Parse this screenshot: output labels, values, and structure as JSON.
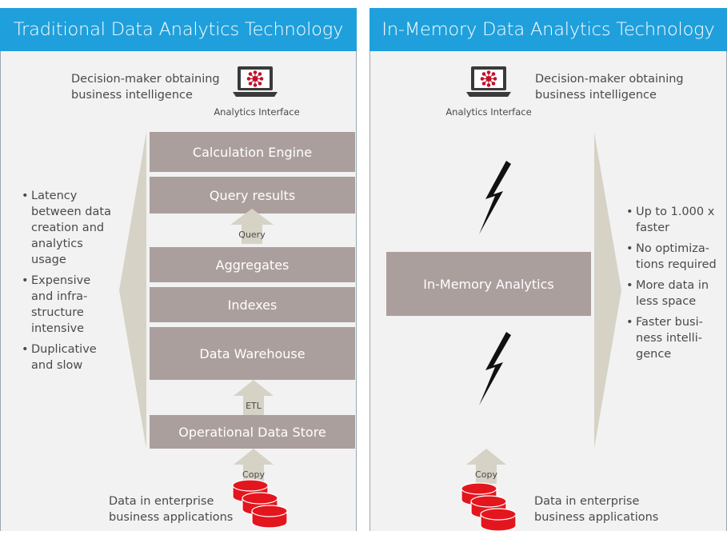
{
  "left": {
    "title": "Traditional Data Analytics Technology",
    "decision_maker": "Decision-maker obtaining business intelligence",
    "analytics_interface": "Analytics Interface",
    "blocks": {
      "calc_engine": "Calculation Engine",
      "query_results": "Query results",
      "aggregates": "Aggregates",
      "indexes": "Indexes",
      "data_warehouse": "Data Warehouse",
      "ods": "Operational Data Store"
    },
    "arrows": {
      "query": "Query",
      "etl": "ETL",
      "copy": "Copy"
    },
    "bullets": [
      "Latency between data creation and analytics usage",
      "Expensive and infra-structure intensive",
      "Duplicative and slow"
    ],
    "data_source": "Data in enterprise business applications"
  },
  "right": {
    "title": "In-Memory Data Analytics Technology",
    "decision_maker": "Decision-maker obtaining business intelligence",
    "analytics_interface": "Analytics Interface",
    "in_memory": "In-Memory Analytics",
    "arrows": {
      "copy": "Copy"
    },
    "bullets": [
      "Up to 1.000 x faster",
      "No optimiza-tions required",
      "More data in less space",
      "Faster busi-ness intelli-gence"
    ],
    "data_source": "Data in enterprise business applications"
  },
  "colors": {
    "header": "#1fa0dc",
    "block": "#ab9f9d",
    "arrow": "#d6d3c6",
    "database": "#e3161e",
    "panel": "#f2f2f2"
  },
  "icons": [
    "laptop-icon",
    "lightning-icon",
    "database-icon"
  ]
}
